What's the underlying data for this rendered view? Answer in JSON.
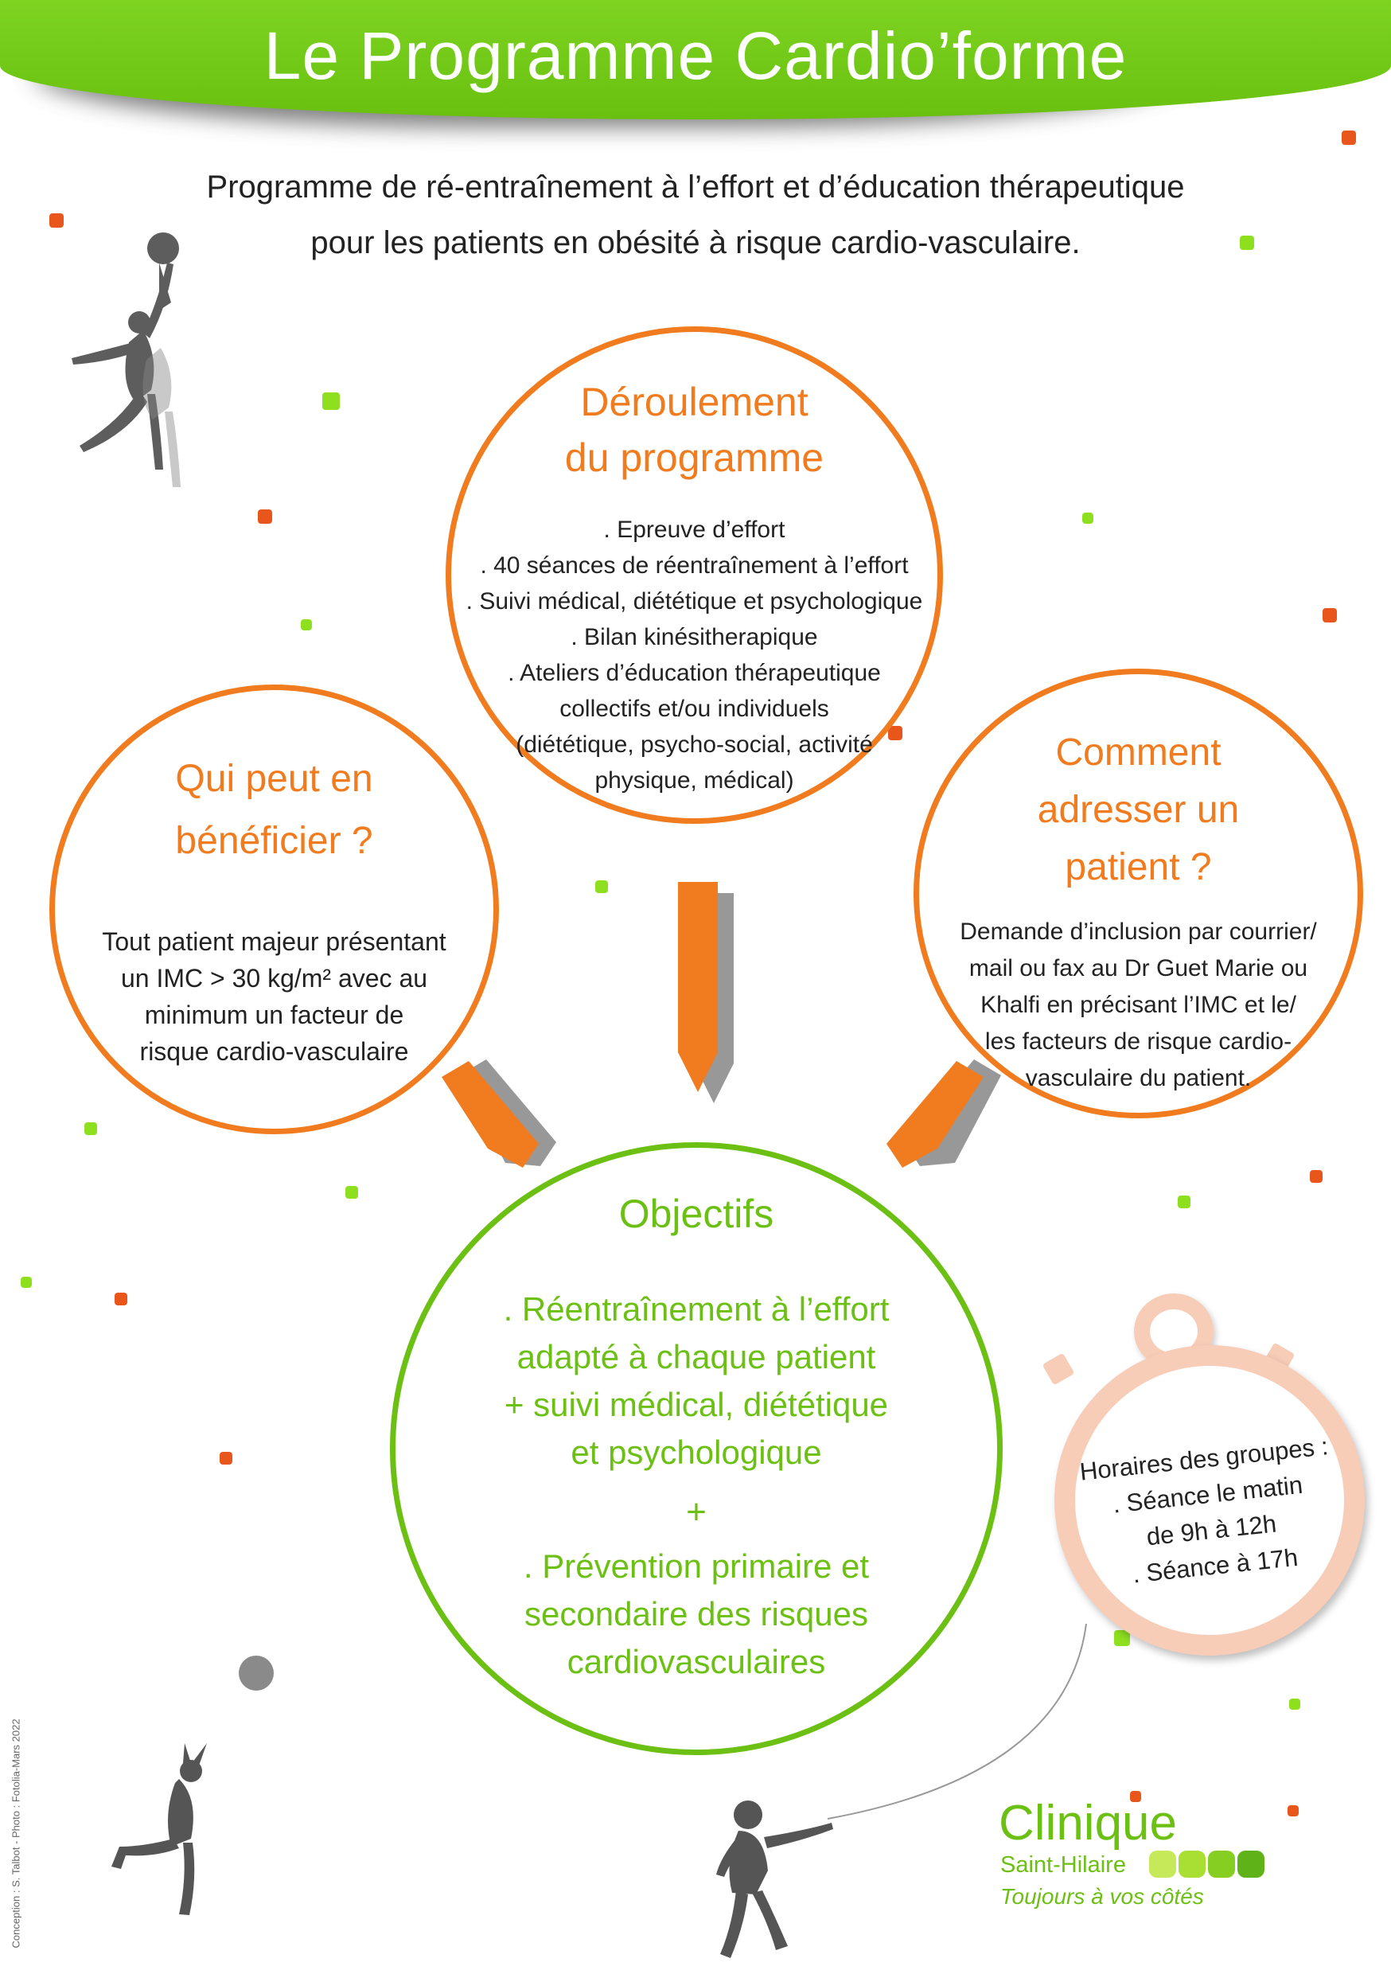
{
  "header": {
    "title": "Le Programme Cardio’forme"
  },
  "subtitle": {
    "line1": "Programme de ré-entraînement à l’effort et d’éducation thérapeutique",
    "line2": "pour les patients en obésité à risque cardio-vasculaire."
  },
  "deroulement": {
    "title_line1": "Déroulement",
    "title_line2": "du programme",
    "items": [
      ". Epreuve d’effort",
      ". 40 séances de réentraînement à l’effort",
      ". Suivi médical, diététique et psychologique",
      ". Bilan kinésitherapique",
      ". Ateliers d’éducation thérapeutique",
      "collectifs et/ou individuels",
      "(diététique, psycho-social,  activité",
      "physique, médical)"
    ]
  },
  "qui": {
    "title_line1": "Qui peut en",
    "title_line2": "bénéficier ?",
    "lines": [
      "Tout patient majeur présentant",
      "un  IMC > 30 kg/m² avec au",
      "minimum un facteur de",
      "risque cardio-vasculaire"
    ]
  },
  "comment": {
    "title_lines": [
      "Comment",
      "adresser un",
      "patient ?"
    ],
    "lines": [
      "Demande d’inclusion par courrier/",
      "mail ou fax au Dr Guet Marie ou",
      "Khalfi en précisant l’IMC et le/",
      "les facteurs de risque cardio-",
      "vasculaire du patient."
    ]
  },
  "objectifs": {
    "title": "Objectifs",
    "lines_a": [
      ". Réentraînement à l’effort",
      "adapté à chaque patient",
      "+ suivi médical, diététique",
      "et psychologique"
    ],
    "plus": "+",
    "lines_b": [
      ". Prévention primaire et",
      "secondaire des risques",
      "cardiovasculaires"
    ]
  },
  "horaires": {
    "lines": [
      "Horaires des groupes :",
      ". Séance le matin",
      "de 9h à 12h",
      ". Séance à 17h"
    ]
  },
  "logo": {
    "name": "Clinique",
    "sub": "Saint-Hilaire",
    "tagline": "Toujours à vos côtés"
  },
  "credit": "Conception : S. Talbot - Photo : Fotolia-Mars 2022",
  "colors": {
    "green": "#6cc014",
    "orange": "#f07c1f",
    "peach": "#f7cdb8"
  }
}
